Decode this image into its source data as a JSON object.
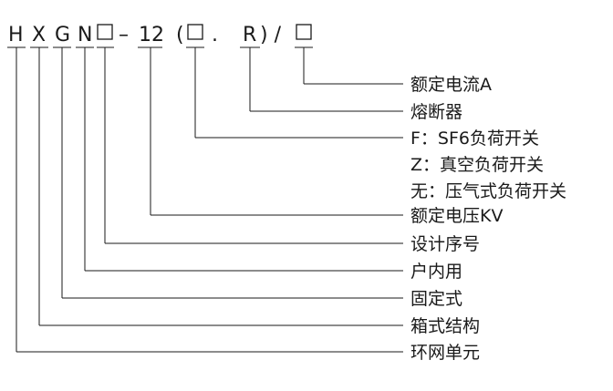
{
  "model_code": {
    "h": "H",
    "x": "X",
    "g": "G",
    "n": "N",
    "dash": "–",
    "twelve": "12",
    "open_paren": "(",
    "dot": ".",
    "r": "R",
    "close_paren_slash": ") /"
  },
  "labels": {
    "rated_current": "额定电流A",
    "fuse": "熔断器",
    "f_sf6": "F：SF6负荷开关",
    "z_vacuum": "Z：真空负荷开关",
    "none_gas": "无：压气式负荷开关",
    "rated_voltage": "额定电压KV",
    "design_serial": "设计序号",
    "indoor": "户内用",
    "fixed": "固定式",
    "box_structure": "箱式结构",
    "ring_main_unit": "环网单元"
  }
}
